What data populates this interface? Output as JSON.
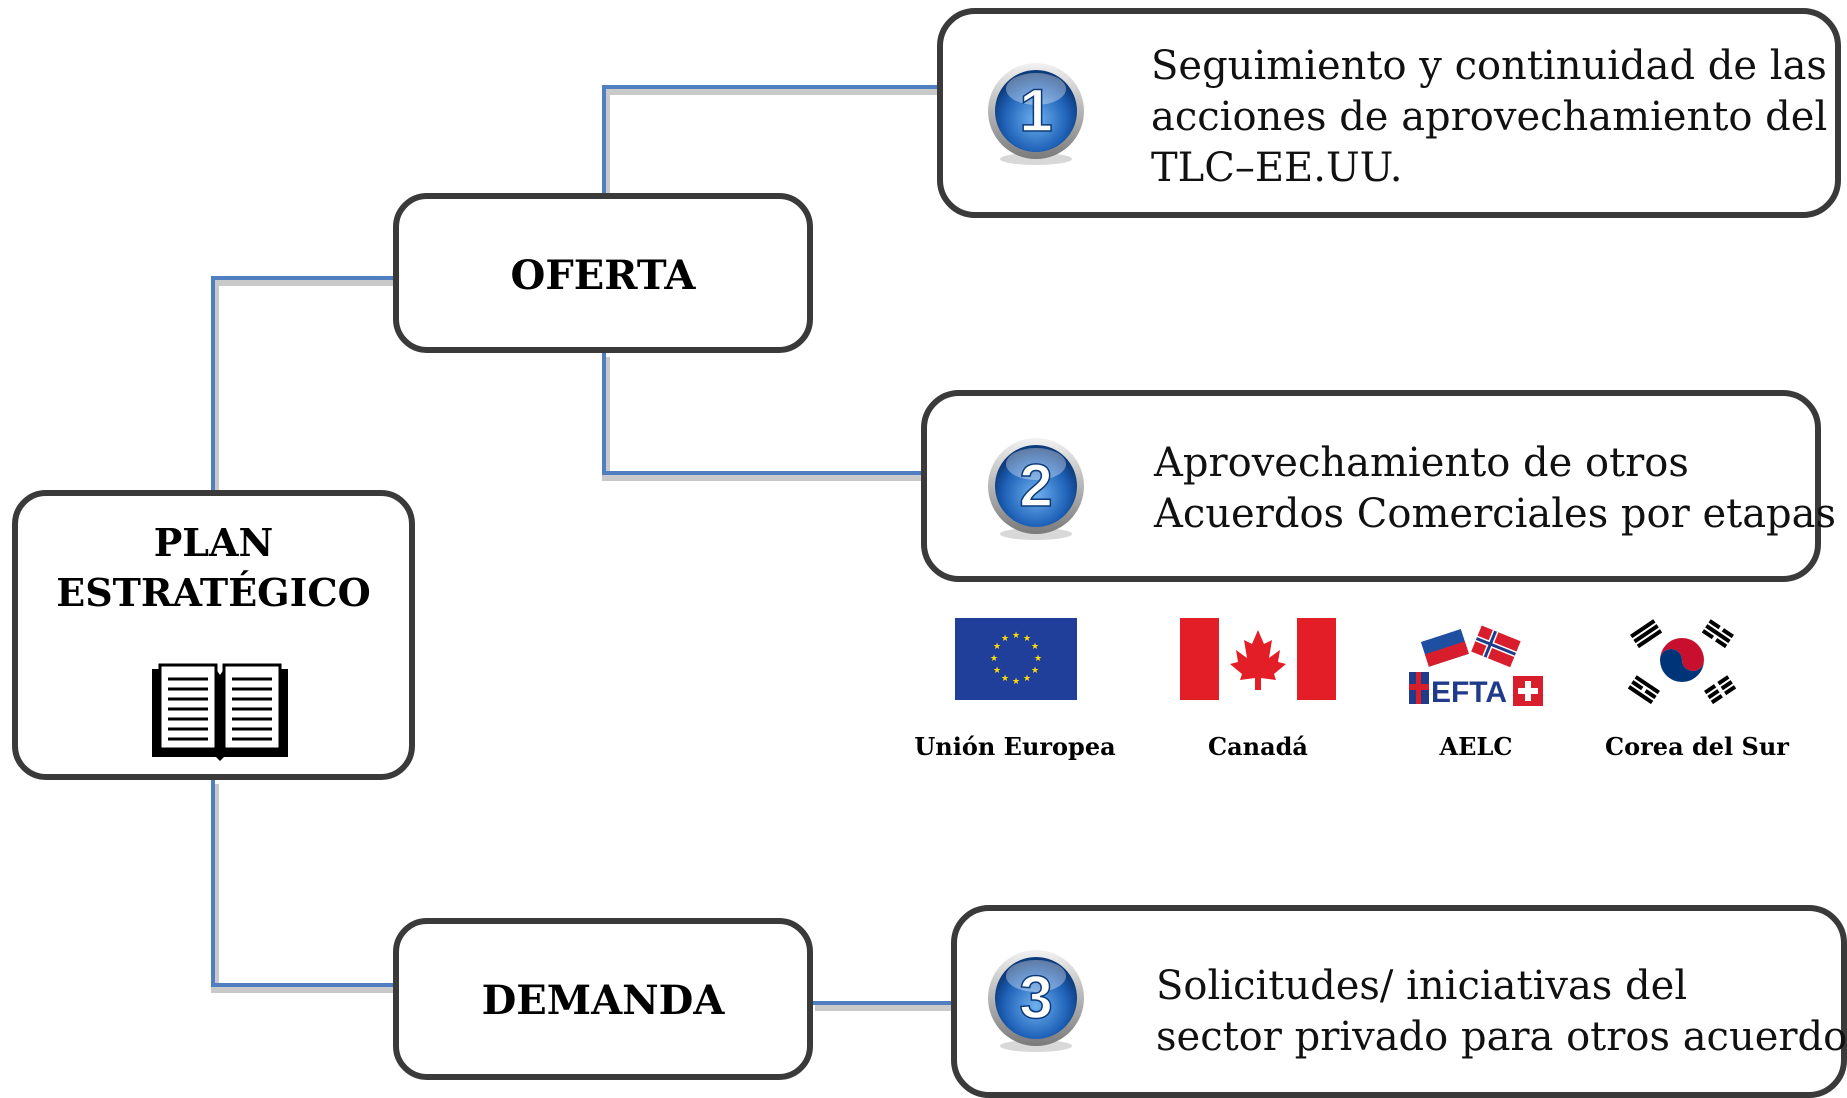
{
  "root": {
    "line1": "PLAN",
    "line2": "ESTRATÉGICO"
  },
  "branches": {
    "supply": "OFERTA",
    "demand": "DEMANDA"
  },
  "items": [
    {
      "number": "1",
      "lines": [
        "Seguimiento y continuidad de las",
        "acciones de aprovechamiento del",
        "TLC–EE.UU."
      ]
    },
    {
      "number": "2",
      "lines": [
        "Aprovechamiento de otros",
        "Acuerdos Comerciales por etapas"
      ]
    },
    {
      "number": "3",
      "lines": [
        "Solicitudes/ iniciativas del",
        "sector privado para otros acuerdos"
      ]
    }
  ],
  "partners": [
    {
      "label": "Unión Europea",
      "icon": "eu-flag-icon"
    },
    {
      "label": "Canadá",
      "icon": "canada-flag-icon"
    },
    {
      "label": "AELC",
      "icon": "efta-logo-icon",
      "logo_text": "EFTA"
    },
    {
      "label": "Corea del Sur",
      "icon": "korea-flag-icon"
    }
  ],
  "colors": {
    "connector": "#4f7fc0",
    "box_border": "#3a3a3a",
    "badge": "#2a6fc0"
  }
}
